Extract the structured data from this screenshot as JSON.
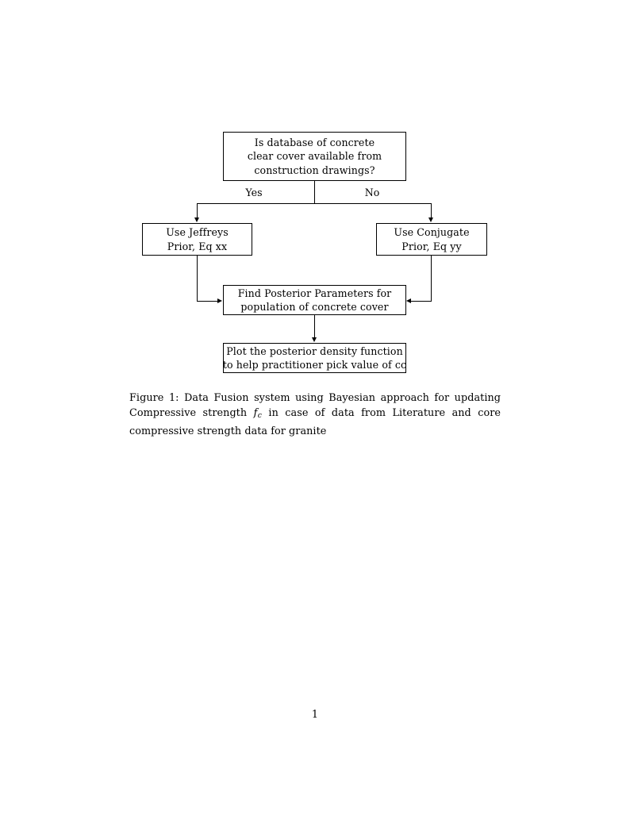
{
  "document": {
    "page_number": "1"
  },
  "figure": {
    "nodes": {
      "question": {
        "line1": "Is database of concrete",
        "line2": "clear cover available from",
        "line3": "construction drawings?"
      },
      "jeffreys": {
        "line1": "Use Jeffreys",
        "line2": "Prior, Eq xx"
      },
      "conjugate": {
        "line1": "Use Conjugate",
        "line2": "Prior, Eq yy"
      },
      "posterior": {
        "line1": "Find Posterior Parameters for",
        "line2": "population of concrete cover"
      },
      "plot": {
        "line1": "Plot the posterior density function",
        "line2": "to help practitioner pick value of cc"
      }
    },
    "branch_labels": {
      "yes": "Yes",
      "no": "No"
    }
  },
  "caption": {
    "label": "Figure 1:",
    "text_before_math": "Data Fusion system using Bayesian approach for updating Compressive strength",
    "math_base": "f",
    "math_subscript": "c",
    "text_after_math": "in case of data from Literature and core compressive strength data for granite"
  }
}
